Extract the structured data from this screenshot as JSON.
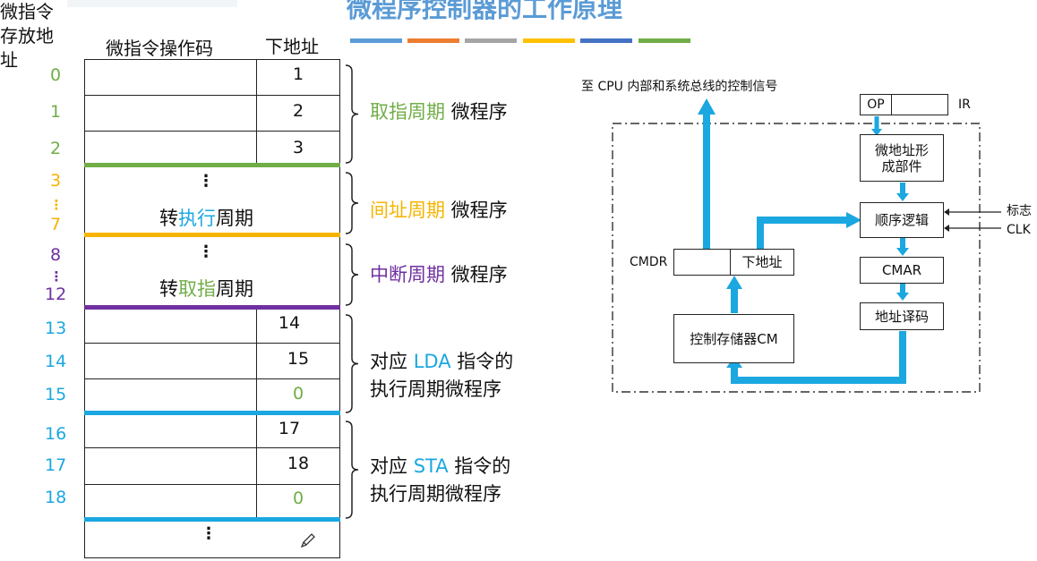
{
  "title": "微程序控制器的工作原理",
  "colors": {
    "accent_blue": "#1BA7E0",
    "green": "#70AD47",
    "orange": "#F5B400",
    "purple": "#7030A0",
    "title_blue": "#5B9BD5",
    "stripes": [
      "#5B9BD5",
      "#ED7D31",
      "#A5A5A5",
      "#FFC000",
      "#4472C4",
      "#70AD47"
    ]
  },
  "table": {
    "address_header": "微指令存放地址",
    "opcode_header": "微指令操作码",
    "next_header": "下地址",
    "addresses": [
      {
        "label": "0",
        "color": "#70AD47"
      },
      {
        "label": "1",
        "color": "#70AD47"
      },
      {
        "label": "2",
        "color": "#70AD47"
      },
      {
        "label": "3",
        "color": "#F5B400"
      },
      {
        "label": "⋮",
        "color": "#F5B400"
      },
      {
        "label": "7",
        "color": "#F5B400"
      },
      {
        "label": "8",
        "color": "#7030A0"
      },
      {
        "label": "⋮",
        "color": "#7030A0"
      },
      {
        "label": "12",
        "color": "#7030A0"
      },
      {
        "label": "13",
        "color": "#1BA7E0"
      },
      {
        "label": "14",
        "color": "#1BA7E0"
      },
      {
        "label": "15",
        "color": "#1BA7E0"
      },
      {
        "label": "16",
        "color": "#1BA7E0"
      },
      {
        "label": "17",
        "color": "#1BA7E0"
      },
      {
        "label": "18",
        "color": "#1BA7E0"
      }
    ],
    "next_values": [
      "1",
      "2",
      "3",
      "14",
      "15",
      "0",
      "17",
      "18",
      "0"
    ],
    "ellipsis": "⋮",
    "indirect_text": {
      "pre": "转",
      "mid": "执行",
      "post": "周期"
    },
    "interrupt_text": {
      "pre": "转",
      "mid": "取指",
      "post": "周期"
    }
  },
  "brackets": [
    {
      "colored": "取指周期",
      "rest": " 微程序",
      "color": "#70AD47"
    },
    {
      "colored": "间址周期",
      "rest": " 微程序",
      "color": "#F5B400"
    },
    {
      "colored": "中断周期",
      "rest": " 微程序",
      "color": "#7030A0"
    },
    {
      "pre": "对应 ",
      "colored": "LDA",
      "rest": " 指令的",
      "line2": "执行周期微程序",
      "color": "#1BA7E0"
    },
    {
      "pre": "对应 ",
      "colored": "STA",
      "rest": " 指令的",
      "line2": "执行周期微程序",
      "color": "#1BA7E0"
    }
  ],
  "diagram": {
    "signal_label": "至 CPU 内部和系统总线的控制信号",
    "op": "OP",
    "ir": "IR",
    "micro_addr_gen": "微地址形成部件",
    "sequencer": "顺序逻辑",
    "flag": "标志",
    "clk": "CLK",
    "cmdr": "CMDR",
    "next_addr": "下地址",
    "cmar": "CMAR",
    "addr_decode": "地址译码",
    "cm": "控制存储器CM"
  }
}
